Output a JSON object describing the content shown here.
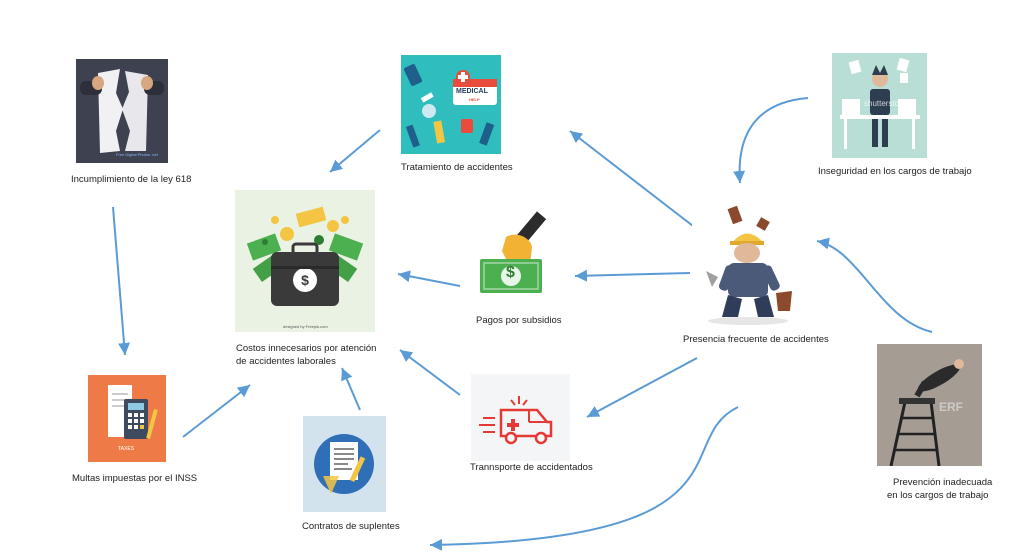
{
  "nodes": {
    "incumplimiento": {
      "label": "Incumplimiento de la ley 618",
      "watermark": "Free Digital Photos .net"
    },
    "tratamiento": {
      "label": "Tratamiento de accidentes",
      "sign_line1": "MEDICAL",
      "sign_line2": "HELP"
    },
    "inseguridad": {
      "label": "Inseguridad en los cargos de trabajo",
      "watermark": "shutterstock"
    },
    "costos": {
      "label_line1": "Costos innecesarios por atención",
      "label_line2": "de accidentes laborales",
      "credit": "designed by Freepik.com"
    },
    "pagos": {
      "label": "Pagos por subsidios",
      "symbol": "$"
    },
    "presencia": {
      "label": "Presencia frecuente de accidentes"
    },
    "multas": {
      "label": "Multas impuestas por el INSS",
      "tag": "TAXES"
    },
    "transporte": {
      "label": "Trannsporte de accidentados"
    },
    "contratos": {
      "label": "Contratos de suplentes"
    },
    "prevencion": {
      "label_line1": "Prevención inadecuada",
      "label_line2": "en los cargos de trabajo",
      "watermark": "ERF"
    }
  },
  "colors": {
    "arrow": "#5b9bd5"
  }
}
